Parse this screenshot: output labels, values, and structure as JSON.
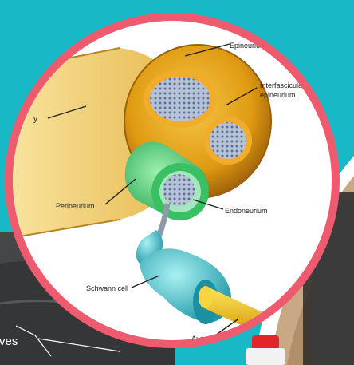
{
  "labels": {
    "epineurium": "Epineurium",
    "interfascicular_1": "Interfascicular",
    "interfascicular_2": "epineurium",
    "perineurium": "Perineurium",
    "endoneurium": "Endoneurium",
    "schwann": "Schwann cell",
    "axon": "Axon",
    "left_partial": "y",
    "ultrasound_partial": "ves"
  },
  "colors": {
    "background": "#19b8c6",
    "ring": "#ee5b6e",
    "epineurium": "#e4a21a",
    "perineurium": "#4bd27a",
    "schwann": "#46c7cf",
    "axon": "#f2c21b"
  }
}
